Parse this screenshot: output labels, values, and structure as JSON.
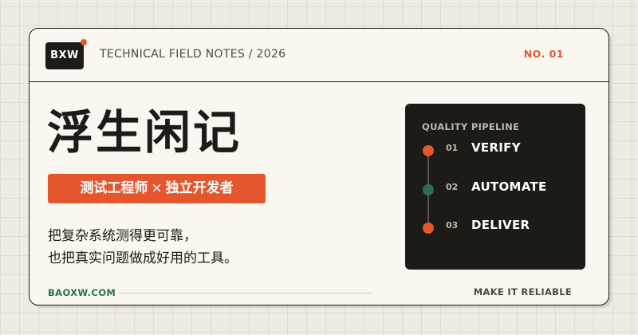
{
  "header": {
    "logo_text": "BXW",
    "title": "TECHNICAL FIELD NOTES / 2026",
    "issue": "NO. 01"
  },
  "hero": {
    "title": "浮生闲记",
    "tag_left": "测试工程师",
    "tag_sep": "×",
    "tag_right": "独立开发者",
    "desc_line1": "把复杂系统测得更可靠，",
    "desc_line2": "也把真实问题做成好用的工具。"
  },
  "footer": {
    "url": "BAOXW.COM",
    "motto": "MAKE IT RELIABLE"
  },
  "pipeline": {
    "heading": "QUALITY PIPELINE",
    "steps": [
      {
        "num": "01",
        "label": "VERIFY",
        "color": "#e4572e"
      },
      {
        "num": "02",
        "label": "AUTOMATE",
        "color": "#2e6e50"
      },
      {
        "num": "03",
        "label": "DELIVER",
        "color": "#e4572e"
      }
    ]
  },
  "colors": {
    "accent": "#e4572e",
    "green": "#2e6e50",
    "ink": "#1c1b18",
    "paper": "#faf7f0"
  }
}
